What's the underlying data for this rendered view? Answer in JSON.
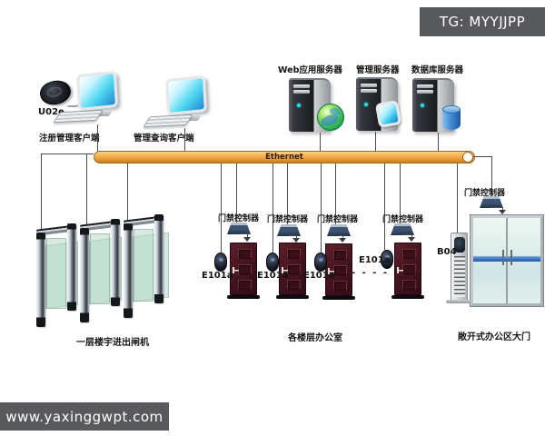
{
  "watermarks": {
    "top": "TG: MYYJJPP",
    "bottom": "www.yaxinggwpt.com"
  },
  "clients": {
    "enroll_reader_label": "U02e",
    "register_client_label": "注册管理客户端",
    "query_client_label": "管理查询客户端"
  },
  "servers": {
    "web": "Web应用服务器",
    "management": "管理服务器",
    "database": "数据库服务器"
  },
  "network": {
    "ethernet_label": "Ethernet",
    "bus_color": "#e89a32"
  },
  "turnstiles": {
    "caption": "一层楼宇进出闸机"
  },
  "offices": {
    "caption": "各楼层办公室",
    "ellipsis": "- - - -",
    "groups": [
      {
        "controller": "门禁控制器",
        "door": "E101a"
      },
      {
        "controller": "门禁控制器",
        "door": "E101a"
      },
      {
        "controller": "门禁控制器",
        "door": "E101a"
      },
      {
        "controller": "门禁控制器",
        "door": "E101a"
      }
    ]
  },
  "main_gate": {
    "controller": "门禁控制器",
    "reader": "B04",
    "caption": "敞开式办公区大门"
  }
}
